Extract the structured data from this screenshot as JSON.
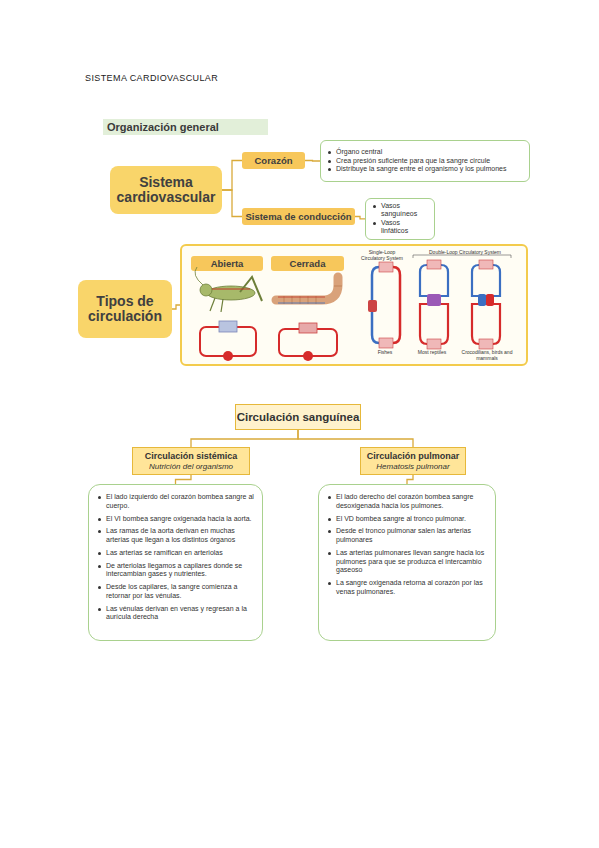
{
  "diagram": {
    "title": "SISTEMA CARDIOVASCULAR",
    "nodes": [
      {
        "text": [
          "Organización general"
        ]
      },
      {
        "text": [
          "Sistema cardiovascular"
        ]
      },
      {
        "text": [
          "Corazón"
        ]
      },
      {
        "text": [
          "Órgano central",
          "Crea presión suficiente para que la sangre circule",
          "Distribuye la sangre entre el organismo y los pulmones"
        ]
      },
      {
        "text": [
          "Sistema de conducción"
        ]
      },
      {
        "text": [
          "Vasos sanguíneos",
          "Vasos linfáticos"
        ]
      },
      {
        "text": [
          "Tipos de circulación"
        ]
      },
      {
        "text": [
          "Single-Loop Circulatory System",
          "Double-Loop Circulatory System",
          "Fishes",
          "Most reptiles",
          "Crocodilians, birds and mammals"
        ]
      },
      {
        "text": [
          "Abierta"
        ],
        "in": 7
      },
      {
        "text": [
          "Cerrada"
        ],
        "in": 7
      },
      {
        "text": [
          "Circulación sanguínea"
        ]
      },
      {
        "text": [
          "Circulación sistémica",
          "Nutrición del organismo"
        ]
      },
      {
        "text": [
          "Circulación pulmonar",
          "Hematosis pulmonar"
        ]
      },
      {
        "text": [
          "El lado izquierdo del corazón bombea sangre al cuerpo.",
          "El VI bombea sangre oxigenada hacia la aorta.",
          "Las ramas de la aorta derivan en muchas arterias que llegan a los distintos órganos",
          "Las arterias se ramifican en arteriolas",
          "De arteriolas llegamos a capilares donde se intercambian gases y nutrientes.",
          "Desde los capilares, la sangre comienza a retornar por las vénulas.",
          "Las vénulas derivan en venas y regresan a la aurícula derecha"
        ]
      },
      {
        "text": [
          "El lado derecho del corazón bombea sangre desoxigenada hacia los pulmones.",
          "El VD bombea sangre al tronco pulmonar.",
          "Desde el tronco pulmonar salen las arterias pulmonares",
          "Las arterias pulmonares llevan sangre hacia los pulmones para que se produzca el intercambio gaseoso",
          "La sangre oxigenada retorna al corazón por las venas pulmonares."
        ]
      }
    ],
    "edges": [
      {
        "from": 1,
        "to": 2,
        "arrow": "none"
      },
      {
        "from": 1,
        "to": 4,
        "arrow": "none"
      },
      {
        "from": 2,
        "to": 3,
        "arrow": "none"
      },
      {
        "from": 4,
        "to": 5,
        "arrow": "none"
      },
      {
        "from": 6,
        "to": 7,
        "arrow": "none"
      },
      {
        "from": 10,
        "to": 11,
        "arrow": "none"
      },
      {
        "from": 10,
        "to": 12,
        "arrow": "none"
      },
      {
        "from": 11,
        "to": 13,
        "arrow": "none"
      },
      {
        "from": 12,
        "to": 14,
        "arrow": "none"
      }
    ]
  }
}
